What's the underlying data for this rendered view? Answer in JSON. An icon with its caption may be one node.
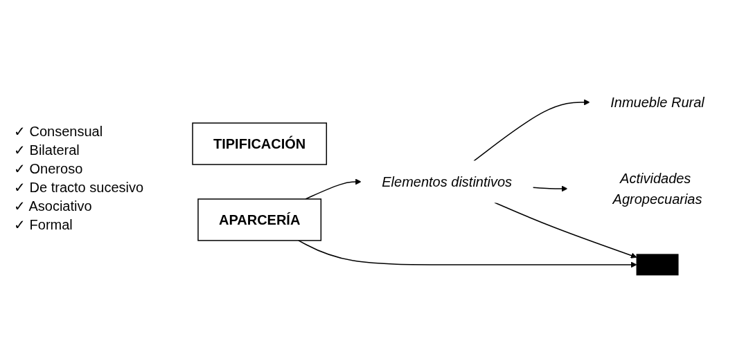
{
  "diagram": {
    "nodes": [
      {
        "text": [
          "TIPIFICACIÓN"
        ]
      },
      {
        "text": [
          "APARCERÍA"
        ]
      },
      {
        "text": [
          "Elementos distintivos"
        ]
      },
      {
        "text": [
          "Inmueble Rural"
        ]
      },
      {
        "text": [
          "Actividades Agropecuarias"
        ]
      },
      {
        "text": [],
        "shape": "bar"
      }
    ],
    "edges": [
      {
        "from": 1,
        "to": 2,
        "arrow": "to"
      },
      {
        "from": 2,
        "to": 3,
        "arrow": "to"
      },
      {
        "from": 2,
        "to": 4,
        "arrow": "to"
      },
      {
        "from": 2,
        "to": 5,
        "arrow": "to"
      },
      {
        "from": 1,
        "to": 5,
        "arrow": "to"
      }
    ],
    "labels": [
      "✓ Consensual",
      "✓ Bilateral",
      "✓ Oneroso",
      "✓ De tracto sucesivo",
      "✓ Asociativo",
      "✓ Formal"
    ]
  }
}
